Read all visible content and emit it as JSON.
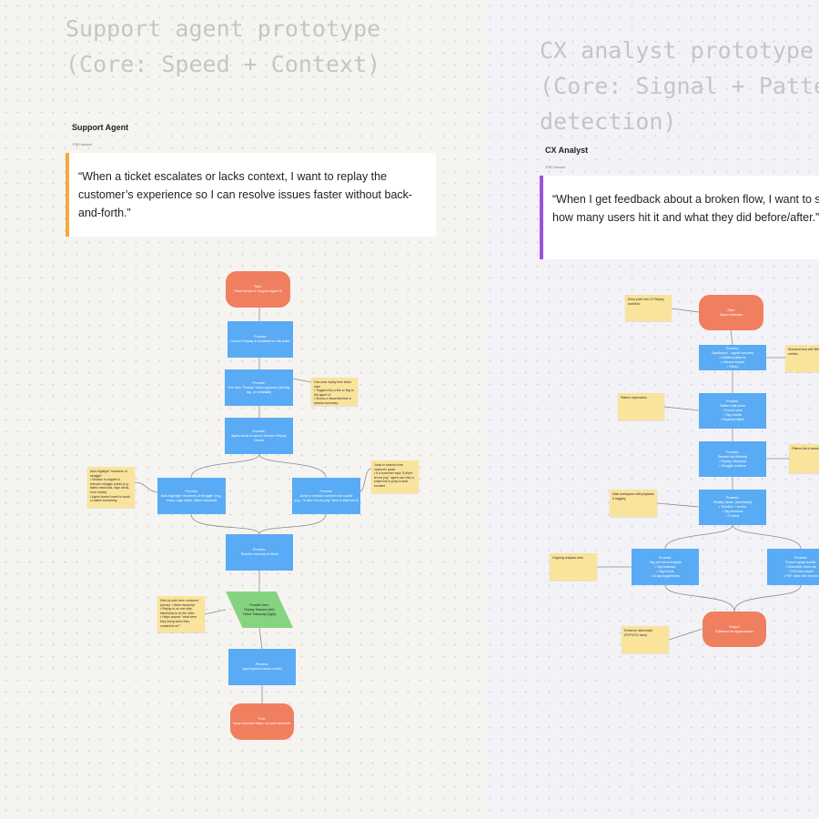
{
  "left": {
    "title": "Support agent prototype\n(Core: Speed + Context)",
    "heading": "Support Agent",
    "sub": "JTBD focused",
    "quote": "“When a ticket escalates or lacks context, I want to replay the customer’s experience so I can resolve issues faster without back-and-forth.”",
    "accent": "#f5a742",
    "nodes": [
      "Start:\nTicket arrives in Support Agent UI",
      "Process:\nCheck if Replay is available for this ticket",
      "Process:\nOne-click \"Replay\" button appears (via flag, tag, or metadata)",
      "Process:\nAgent clicks to launch Session Replay Viewer",
      "Process:\nAuto-highlight \"moments of struggle\" (e.g., errors, rage clicks, failed checkout)",
      "Process:\nJump to session moment from quote\n(e.g., \"it didn't let me pay\" links to that event)",
      "Process:\nTimeline overview & filters",
      "Parallel view:\nReplay Session (left)\nTicket Transcript (right)",
      "Process:\nAgent gains instant context",
      "End:\nIssue resolved faster, no back-and-forth"
    ],
    "stickies": [
      "One-click replay from ticket view\n• Triggered by a link or flag in the agent UI\n• Shows a visual timeline or session summary",
      "Auto-highlight \"moments of struggle\"\n• Session is clipped to relevant struggle points (e.g. failed checkouts, rage clicks, error toasts)\n• Agent doesn't need to scrub or watch everything",
      "Jump to session from customer quote\n• If a customer says \"it didn't let me pay,\" agent can click a smart link to jump to that moment",
      "Side-by-side view: customer journey + ticket transcript\n• Replay is on one side, ticket/chat is on the other\n• Helps answer \"what were they doing when they contacted us?\""
    ]
  },
  "right": {
    "title": "CX analyst prototype\n(Core: Signal + Pattern\ndetection)",
    "heading": "CX Analyst",
    "sub": "JTBD focused",
    "quote": "“When I get feedback about a broken flow, I want to see how many users hit it and what they did before/after.”",
    "accent": "#9b51e0",
    "nodes": [
      "Start:\nSignal detection",
      "Process:\nDashboard – signal overview\n• Incident patterns\n• Volume impact\n• Filters",
      "Process:\nPattern drill-down\n• Funnel view\n• Tag counts\n• Segment filters",
      "Process:\nSession list (filtered)\n• Replay metadata\n• Struggle markers",
      "Process:\nReplay viewer (annotated)\n• Timeline + events\n• Tag sessions\n• Context",
      "Process:\nTag and trend insights\n• Tag heatmap\n• Tag trends\n• AI tag suggestions",
      "Process:\nExport replay bundle\n• Shareable video set\n• CSV/Jira export\n• PDF deck with human",
      "Output:\nEvidence for apoprovision"
    ],
    "stickies": [
      "Entry point into CX Replay workflow",
      "Standard look with filters and metrics",
      "Pattern exploration",
      "Filtered list of sessions",
      "Main workspace with playback & tagging",
      "Ongoing analysis area",
      "Evidence deliverable (PDF/CSV deck)"
    ]
  },
  "colors": {
    "start_end": "#f07f5f",
    "process": "#5aabf5",
    "parallel": "#86d47f",
    "sticky": "#fae39b"
  }
}
